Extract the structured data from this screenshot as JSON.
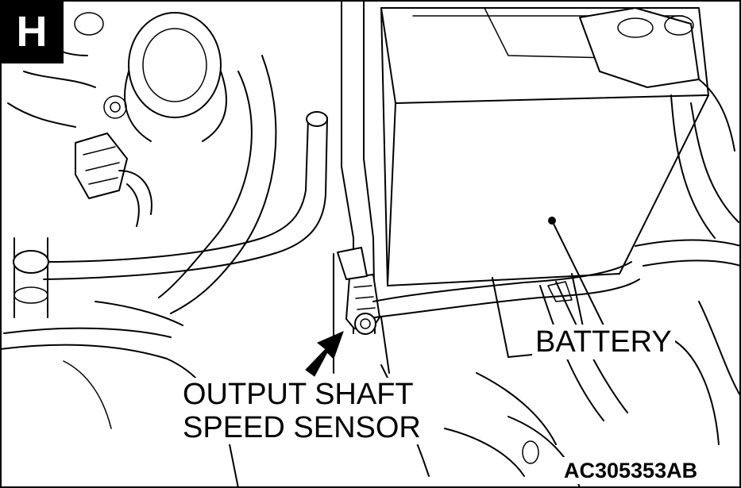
{
  "section_badge": "H",
  "labels": {
    "battery": "BATTERY",
    "sensor_line1": "OUTPUT SHAFT",
    "sensor_line2": "SPEED SENSOR"
  },
  "figure_code": "AC305353AB",
  "icons": {
    "pointer_arrow": "arrow-up-right-icon"
  },
  "colors": {
    "ink": "#000000",
    "paper": "#ffffff"
  }
}
